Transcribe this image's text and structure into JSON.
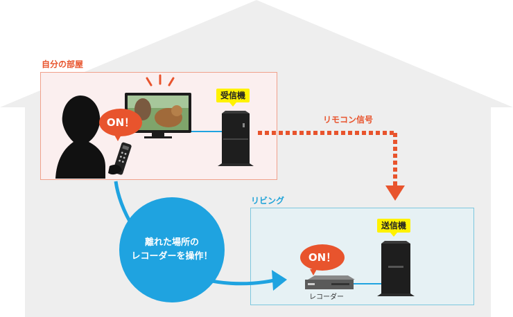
{
  "rooms": {
    "my_room": "自分の部屋",
    "living": "リビング"
  },
  "devices": {
    "receiver_tag": "受信機",
    "transmitter_tag": "送信機",
    "recorder_caption": "レコーダー"
  },
  "bubbles": {
    "on_tv": "ON！",
    "on_recorder": "ON！"
  },
  "signal_label": "リモコン信号",
  "operate_text": {
    "line1": "離れた場所の",
    "line2": "レコーダーを操作！"
  },
  "colors": {
    "house": "#eeeeee",
    "accent_red": "#e8542d",
    "accent_blue": "#1fa3e0",
    "tag_yellow": "#fff200",
    "room_fill": "#fbefef",
    "living_fill": "#e6f1f4"
  }
}
